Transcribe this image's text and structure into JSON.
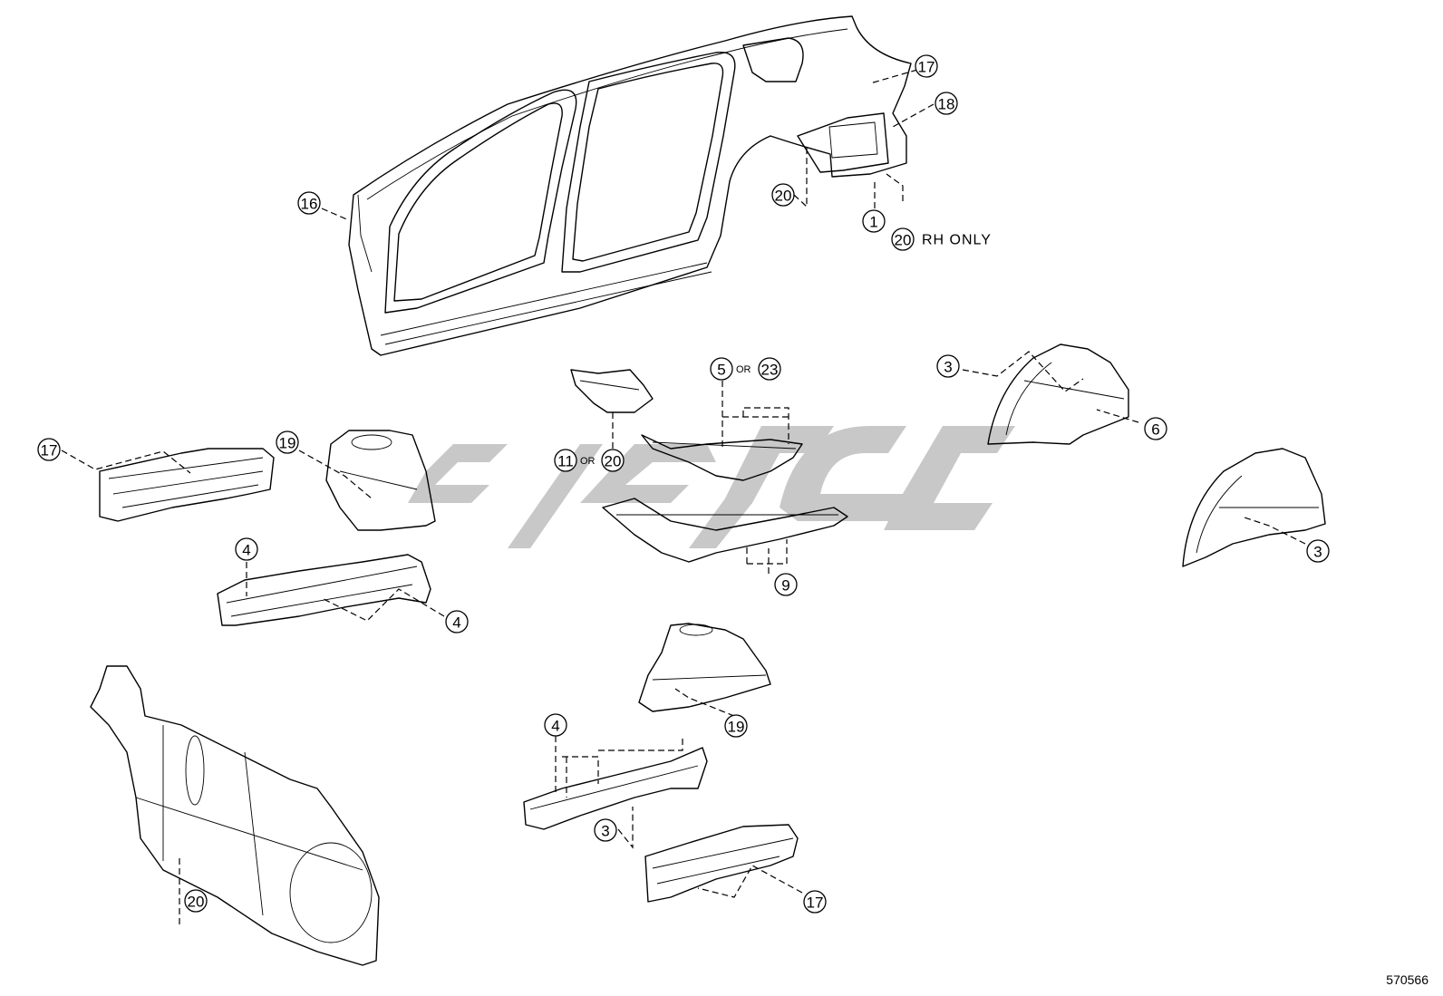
{
  "diagram": {
    "callouts": {
      "c17_top": "17",
      "c18_top": "18",
      "c20_body": "20",
      "c1_top": "1",
      "c20_rh": "20",
      "c16": "16",
      "c5": "5",
      "c23": "23",
      "c3_top": "3",
      "c6": "6",
      "c11": "11",
      "c20_mid": "20",
      "c17_left": "17",
      "c19_left": "19",
      "c9": "9",
      "c3_right": "3",
      "c4_left_a": "4",
      "c4_left_b": "4",
      "c19_bottom": "19",
      "c4_bottom": "4",
      "c3_bottom": "3",
      "c17_bottom": "17",
      "c20_bottom": "20"
    },
    "notes": {
      "rh_only": "RH ONLY",
      "or_5_23": "OR",
      "or_11_20": "OR"
    },
    "reference_number": "570566",
    "watermark_color": "#c8c8c8"
  }
}
